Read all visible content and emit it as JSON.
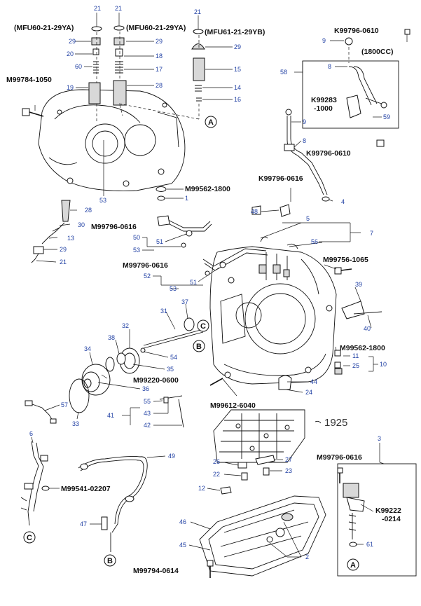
{
  "codes": {
    "mfu60_a": "(MFU60-21-29YA)",
    "mfu60_b": "(MFU60-21-29YA)",
    "mfu61": "(MFU61-21-29YB)",
    "k99796_top": "K99796-0610",
    "cc1800": "(1800CC)",
    "m99784": "M99784-1050",
    "k99283": "K99283",
    "k99283_b": "-1000",
    "k99796_mid": "K99796-0610",
    "k99796_0616": "K99796-0616",
    "m99562_top": "M99562-1800",
    "m99796_a": "M99796-0616",
    "m99796_b": "M99796-0616",
    "m99756": "M99756-1065",
    "m99562_right": "M99562-1800",
    "m99220": "M99220-0600",
    "m99612": "M99612-6040",
    "v1925": "1925",
    "m99796_c": "M99796-0616",
    "m99541": "M99541-02207",
    "k99222": "K99222",
    "k99222_b": "-0214",
    "m99794": "M99794-0614"
  },
  "callouts": {
    "a": "A",
    "b": "B",
    "c": "C"
  },
  "nums": {
    "n21a": "21",
    "n21b": "21",
    "n21c": "21",
    "n9a": "9",
    "n29a": "29",
    "n29b": "29",
    "n29c": "29",
    "n20": "20",
    "n18": "18",
    "n58": "58",
    "n8a": "8",
    "n60": "60",
    "n17": "17",
    "n15": "15",
    "n19": "19",
    "n28a": "28",
    "n14": "14",
    "n16": "16",
    "n59": "59",
    "n9b": "9",
    "n8b": "8",
    "n53a": "53",
    "n1": "1",
    "n4": "4",
    "n28b": "28",
    "n48": "48",
    "n30": "30",
    "n5": "5",
    "n13": "13",
    "n50": "50",
    "n51a": "51",
    "n7": "7",
    "n29d": "29",
    "n53b": "53",
    "n21d": "21",
    "n56": "56",
    "n52": "52",
    "n51b": "51",
    "n53c": "53",
    "n39": "39",
    "n31": "31",
    "n37": "37",
    "n40": "40",
    "n32": "32",
    "n38": "38",
    "n54": "54",
    "n34": "34",
    "n35": "35",
    "n11": "11",
    "n25": "25",
    "n10": "10",
    "n36": "36",
    "n44": "44",
    "n24": "24",
    "n57": "57",
    "n55": "55",
    "n41": "41",
    "n43": "43",
    "n42": "42",
    "n33": "33",
    "n6": "6",
    "n3": "3",
    "n49": "49",
    "n27": "27",
    "n26": "26",
    "n23": "23",
    "n22": "22",
    "n12": "12",
    "n47": "47",
    "n46": "46",
    "n45": "45",
    "n61": "61",
    "n2": "2"
  }
}
